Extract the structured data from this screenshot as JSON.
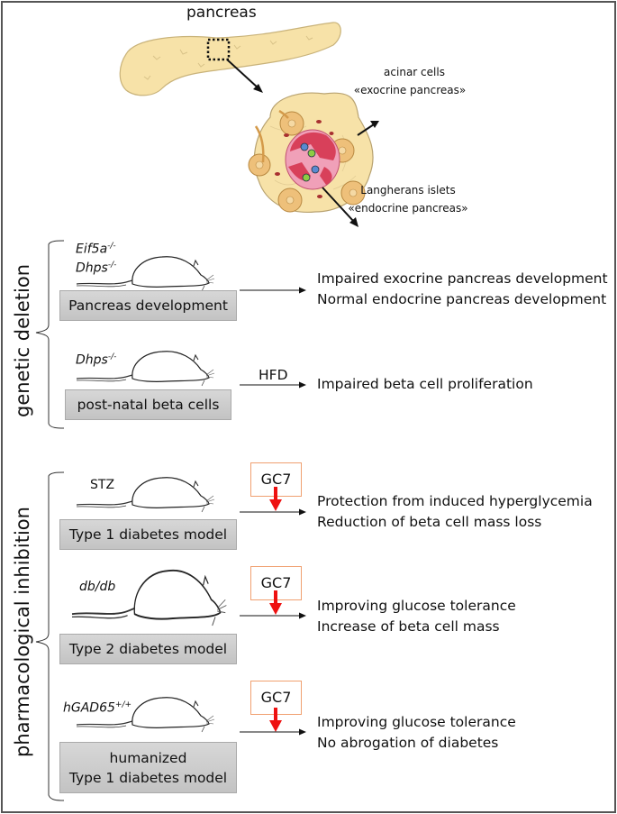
{
  "illustration": {
    "pancreas_label": "pancreas",
    "acinar_label_line1": "acinar cells",
    "acinar_label_line2": "«exocrine pancreas»",
    "islets_label_line1": "Langherans islets",
    "islets_label_line2": "«endocrine pancreas»",
    "colors": {
      "pancreas_fill": "#f7e2a8",
      "acinar_fill": "#eec07a",
      "islet_dark": "#d8405a",
      "islet_light": "#f0a0b8"
    }
  },
  "genetic_deletion": {
    "group_label": "genetic deletion",
    "rows": [
      {
        "genes": [
          {
            "name": "Eif5a",
            "sup": "-/-"
          },
          {
            "name": "Dhps",
            "sup": "-/-"
          }
        ],
        "box_label": "Pancreas development",
        "arrow_label": "",
        "results": [
          "Impaired exocrine pancreas development",
          "Normal endocrine pancreas development"
        ]
      },
      {
        "genes": [
          {
            "name": "Dhps",
            "sup": "-/-"
          }
        ],
        "box_label": "post-natal beta cells",
        "arrow_label": "HFD",
        "results": [
          "Impaired beta cell proliferation"
        ]
      }
    ]
  },
  "pharmacological_inhibition": {
    "group_label": "pharmacological inhibition",
    "inhibitor_label": "GC7",
    "inhibitor_border_color": "#f0a070",
    "inhibitor_arrow_color": "#ee1111",
    "rows": [
      {
        "model_agent": "STZ",
        "model_agent_italic": false,
        "box_label_line1": "Type 1 diabetes model",
        "box_label_line2": "",
        "results": [
          "Protection from induced hyperglycemia",
          "Reduction of beta cell mass loss"
        ]
      },
      {
        "model_agent": "db/db",
        "model_agent_italic": true,
        "box_label_line1": "Type 2 diabetes model",
        "box_label_line2": "",
        "results": [
          "Improving glucose tolerance",
          "Increase of beta cell mass"
        ]
      },
      {
        "model_agent": "hGAD65",
        "model_agent_sup": "+/+",
        "model_agent_italic": true,
        "box_label_line1": "humanized",
        "box_label_line2": "Type 1 diabetes model",
        "results": [
          "Improving glucose tolerance",
          "No abrogation of diabetes"
        ]
      }
    ]
  }
}
